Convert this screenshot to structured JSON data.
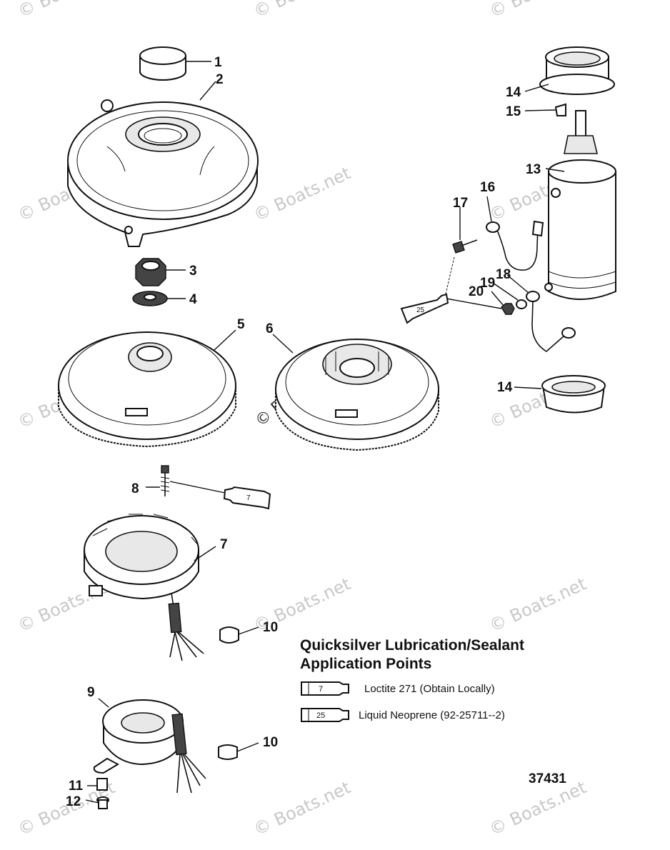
{
  "watermark": {
    "text": "© Boats.net"
  },
  "callouts": [
    {
      "id": "c1",
      "label": "1"
    },
    {
      "id": "c2",
      "label": "2"
    },
    {
      "id": "c3",
      "label": "3"
    },
    {
      "id": "c4",
      "label": "4"
    },
    {
      "id": "c5",
      "label": "5"
    },
    {
      "id": "c6",
      "label": "6"
    },
    {
      "id": "c7",
      "label": "7"
    },
    {
      "id": "c8",
      "label": "8"
    },
    {
      "id": "c9",
      "label": "9"
    },
    {
      "id": "c10a",
      "label": "10"
    },
    {
      "id": "c10b",
      "label": "10"
    },
    {
      "id": "c11",
      "label": "11"
    },
    {
      "id": "c12",
      "label": "12"
    },
    {
      "id": "c13",
      "label": "13"
    },
    {
      "id": "c14a",
      "label": "14"
    },
    {
      "id": "c14b",
      "label": "14"
    },
    {
      "id": "c15",
      "label": "15"
    },
    {
      "id": "c16",
      "label": "16"
    },
    {
      "id": "c17",
      "label": "17"
    },
    {
      "id": "c18",
      "label": "18"
    },
    {
      "id": "c19",
      "label": "19"
    },
    {
      "id": "c20",
      "label": "20"
    }
  ],
  "tubes": {
    "loctite_number": "7",
    "neoprene_number": "25"
  },
  "legend": {
    "title_line1": "Quicksilver Lubrication/Sealant",
    "title_line2": "Application Points",
    "items": [
      {
        "tube_number": "7",
        "text": "Loctite 271 (Obtain Locally)"
      },
      {
        "tube_number": "25",
        "text": "Liquid Neoprene (92-25711--2)"
      }
    ]
  },
  "diagram_number": "37431"
}
